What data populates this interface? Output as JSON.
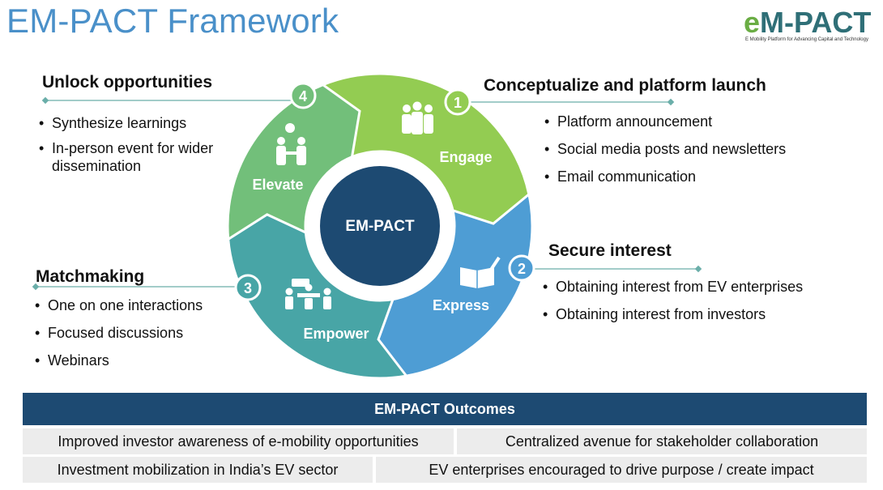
{
  "title": "EM-PACT Framework",
  "logo": {
    "text_e": "e",
    "text_rest": "M-PACT",
    "tagline": "E Mobility Platform for Advancing Capital and Technology"
  },
  "center_label": "EM-PACT",
  "stages": [
    {
      "number": "1",
      "name": "Engage",
      "color": "#93cc52",
      "icon": "team-icon"
    },
    {
      "number": "2",
      "name": "Express",
      "color": "#4e9dd4",
      "icon": "book-pen-icon"
    },
    {
      "number": "3",
      "name": "Empower",
      "color": "#48a5a6",
      "icon": "meeting-icon"
    },
    {
      "number": "4",
      "name": "Elevate",
      "color": "#72bf7a",
      "icon": "handshake-icon"
    }
  ],
  "sections": {
    "conceptualize": {
      "heading": "Conceptualize and platform launch",
      "items": [
        "Platform announcement",
        "Social media posts and newsletters",
        "Email communication"
      ]
    },
    "secure": {
      "heading": "Secure interest",
      "items": [
        "Obtaining interest from EV enterprises",
        "Obtaining interest from investors"
      ]
    },
    "matchmaking": {
      "heading": "Matchmaking",
      "items": [
        "One on one interactions",
        "Focused discussions",
        "Webinars"
      ]
    },
    "unlock": {
      "heading": "Unlock opportunities",
      "items": [
        "Synthesize learnings",
        "In-person event for wider dissemination"
      ]
    }
  },
  "outcomes": {
    "header": "EM-PACT Outcomes",
    "items": [
      "Improved investor awareness of e-mobility opportunities",
      "Centralized avenue for stakeholder collaboration",
      "Investment mobilization in India’s EV sector",
      "EV enterprises encouraged to drive purpose / create impact"
    ]
  },
  "colors": {
    "title": "#4a90c9",
    "center_circle": "#1d4a72",
    "outcomes_header": "#1d4a72",
    "outcome_bg": "#ececec",
    "connector_line": "#6aaea9"
  }
}
